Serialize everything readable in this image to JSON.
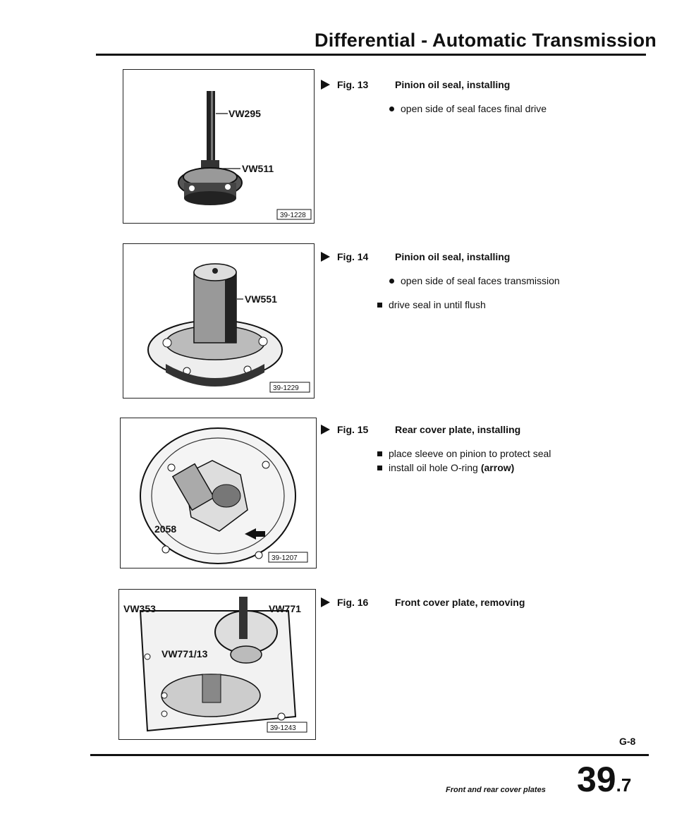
{
  "header": {
    "title": "Differential - Automatic Transmission"
  },
  "figures": [
    {
      "number": "Fig. 13",
      "title": "Pinion oil seal, installing",
      "callouts": [
        "VW295",
        "VW511"
      ],
      "tag": "39-1228",
      "bullets": [
        {
          "icon": "dot-icon",
          "text": "open side of seal faces final drive"
        }
      ]
    },
    {
      "number": "Fig. 14",
      "title": "Pinion oil seal, installing",
      "callouts": [
        "VW551"
      ],
      "tag": "39-1229",
      "bullets": [
        {
          "icon": "dot-icon",
          "text": "open side of seal faces transmission"
        },
        {
          "icon": "square-icon",
          "text": "drive seal in until flush"
        }
      ]
    },
    {
      "number": "Fig. 15",
      "title": "Rear cover plate, installing",
      "callouts": [
        "2058"
      ],
      "tag": "39-1207",
      "bullets": [
        {
          "icon": "square-icon",
          "text": "place sleeve on pinion to protect seal"
        },
        {
          "icon": "square-icon",
          "text": "install oil hole O-ring",
          "emphasis": "(arrow)"
        }
      ]
    },
    {
      "number": "Fig. 16",
      "title": "Front cover plate, removing",
      "callouts": [
        "VW353",
        "VW771",
        "VW771/13"
      ],
      "tag": "39-1243",
      "bullets": []
    }
  ],
  "footer": {
    "code": "G-8",
    "caption": "Front and rear cover plates",
    "page_major": "39",
    "page_minor": ".7"
  }
}
